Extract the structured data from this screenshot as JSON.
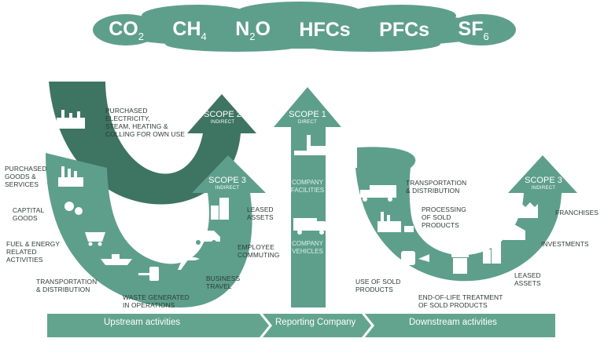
{
  "gases": [
    {
      "base": "CO",
      "sub": "2"
    },
    {
      "base": "CH",
      "sub": "4"
    },
    {
      "base": "N",
      "sub": "2",
      "tail": "O"
    },
    {
      "base": "HFCs",
      "sub": ""
    },
    {
      "base": "PFCs",
      "sub": ""
    },
    {
      "base": "SF",
      "sub": "6"
    }
  ],
  "scope2": {
    "title": "SCOPE 2",
    "subtitle": "INDIRECT",
    "label": [
      "PURCHASED",
      "ELECTRICITY,",
      "STEAM, HEATING &",
      "COLLING FOR OWN USE"
    ]
  },
  "scope1": {
    "title": "SCOPE 1",
    "subtitle": "DIRECT",
    "facilities": [
      "COMPANY",
      "FACILITIES"
    ],
    "vehicles": [
      "COMPANY",
      "VEHICLES"
    ]
  },
  "scope3_upstream": {
    "title": "SCOPE 3",
    "subtitle": "INDIRECT",
    "items": {
      "purchased_goods": [
        "PURCHASED",
        "GOODS &",
        "SERVICES"
      ],
      "capital_goods": [
        "CAPTITAL",
        "GOODS"
      ],
      "fuel_energy": [
        "FUEL & ENERGY",
        "RELATED",
        "ACTIVITIES"
      ],
      "transportation": [
        "TRANSPORTATION",
        "& DISTRIBUTION"
      ],
      "waste": [
        "WASTE GENERATED",
        "IN OPERATIONS"
      ],
      "business_travel": [
        "BUSINESS",
        "TRAVEL"
      ],
      "employee_commuting": [
        "EMPLOYEE",
        "COMMUTING"
      ],
      "leased_assets": [
        "LEASED",
        "ASSETS"
      ]
    }
  },
  "scope3_downstream": {
    "title": "SCOPE 3",
    "subtitle": "INDIRECT",
    "items": {
      "transportation": [
        "TRANSPORTATION",
        "& DISTRIBUTION"
      ],
      "processing": [
        "PROCESSING",
        "OF SOLD",
        "PRODUCTS"
      ],
      "use": [
        "USE OF SOLD",
        "PRODUCTS"
      ],
      "end_of_life": [
        "END-OF-LIFE TREATMENT",
        "OF SOLD PRODUCTS"
      ],
      "leased_assets": [
        "LEASED",
        "ASSETS"
      ],
      "investments": [
        "INVESTMENTS"
      ],
      "franchises": [
        "FRANCHISES"
      ]
    }
  },
  "bottom_band": {
    "upstream": "Upstream activities",
    "reporting": "Reporting Company",
    "downstream": "Downstream activities"
  },
  "colors": {
    "main": "#5e9f8b",
    "dark": "#3e7462",
    "light": "#a6cfc1",
    "band": "#63a48f",
    "icon": "#ffffff"
  }
}
